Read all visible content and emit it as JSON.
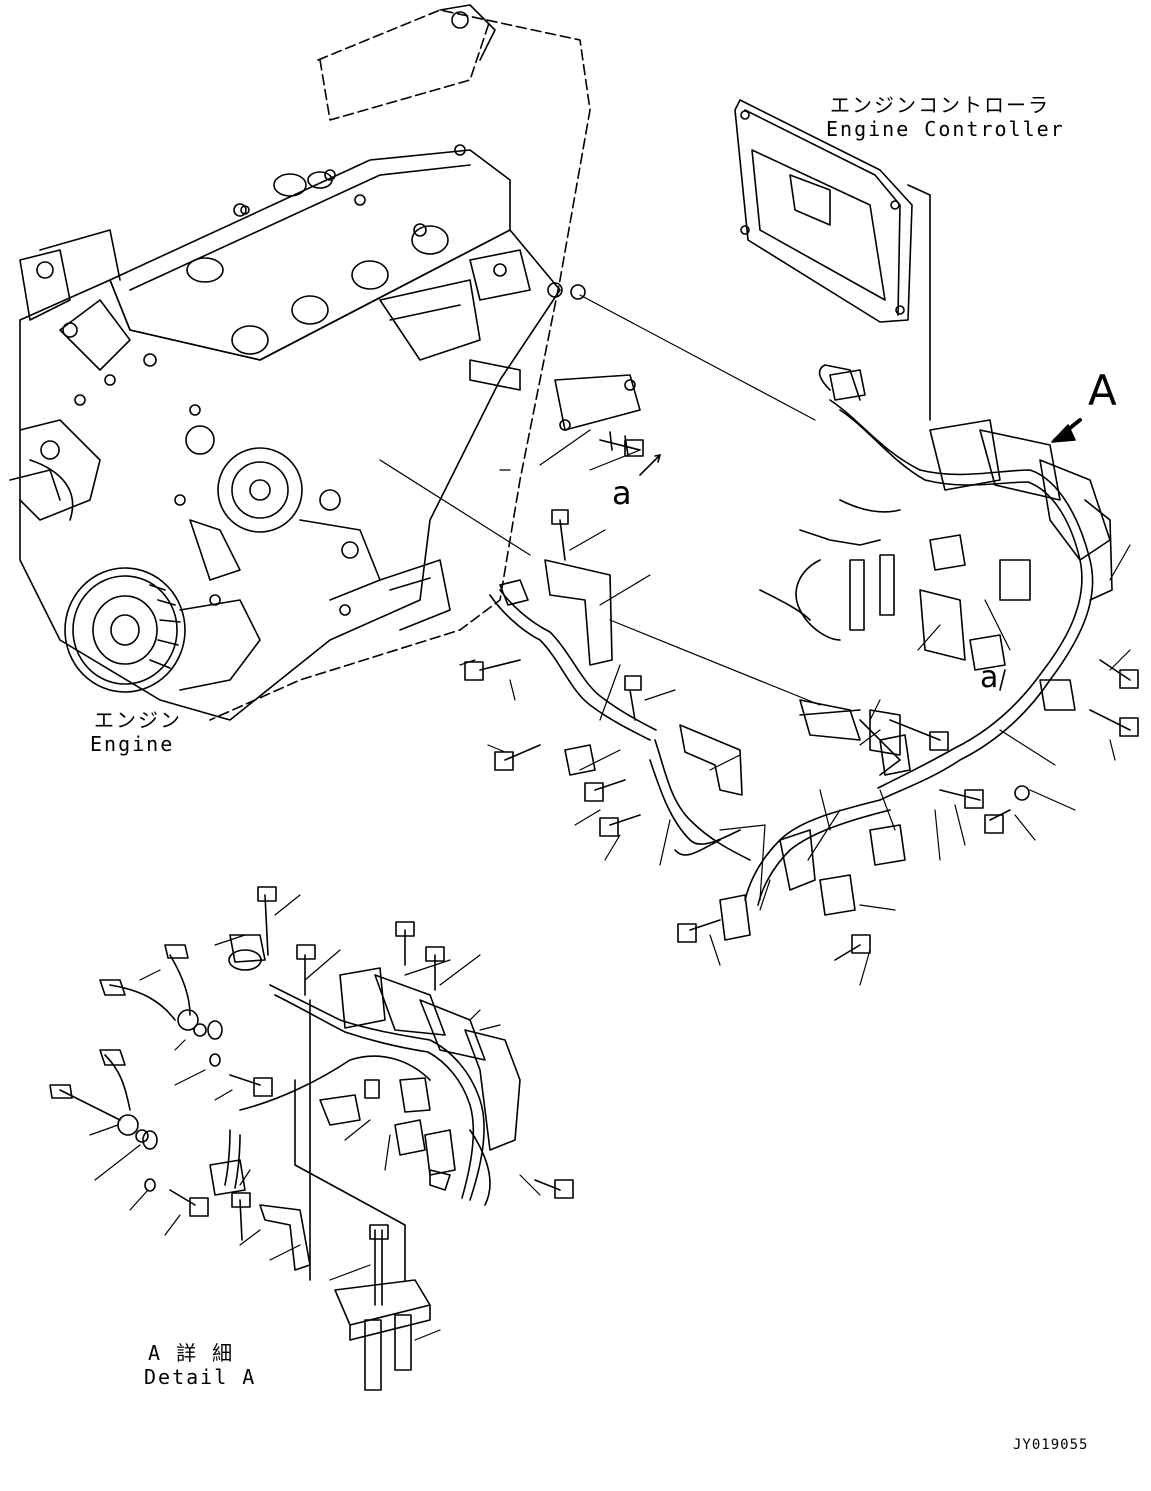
{
  "labels": {
    "engine_controller_jp": "エンジンコントローラ",
    "engine_controller_en": "Engine Controller",
    "engine_jp": "エンジン",
    "engine_en": "Engine",
    "detail_jp": "A 詳 細",
    "detail_en": "Detail A",
    "view_arrow_letter": "A",
    "ref_a_upper": "a",
    "ref_a_lower": "a",
    "drawing_number": "JY019055"
  },
  "colors": {
    "ink": "#000000",
    "paper": "#ffffff"
  }
}
